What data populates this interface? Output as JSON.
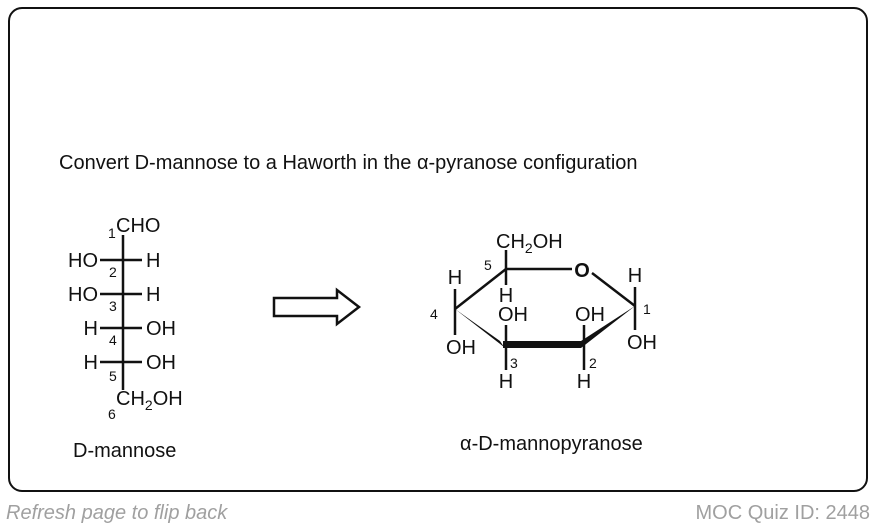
{
  "question": {
    "prefix": "Convert D-mannose to a Haworth in the ",
    "alpha": "α",
    "suffix": "-pyranose configuration"
  },
  "fischer": {
    "c1_num": "1",
    "c1_group": "CHO",
    "c2_left": "HO",
    "c2_num": "2",
    "c2_right": "H",
    "c3_left": "HO",
    "c3_num": "3",
    "c3_right": "H",
    "c4_left": "H",
    "c4_num": "4",
    "c4_right": "OH",
    "c5_left": "H",
    "c5_num": "5",
    "c5_right": "OH",
    "c6_num": "6",
    "c6_group_a": "CH",
    "c6_group_sub": "2",
    "c6_group_b": "OH",
    "caption": "D-mannose"
  },
  "haworth": {
    "ring_o": "O",
    "c5_num": "5",
    "c5_top_a": "CH",
    "c5_top_sub": "2",
    "c5_top_b": "OH",
    "c5_bottom": "H",
    "c4_num": "4",
    "c4_top": "H",
    "c4_bottom": "OH",
    "c3_num": "3",
    "c3_top": "OH",
    "c3_bottom": "H",
    "c2_num": "2",
    "c2_top": "OH",
    "c2_bottom": "H",
    "c1_num": "1",
    "c1_top": "H",
    "c1_bottom": "OH",
    "caption_alpha": "α",
    "caption_rest": "-D-mannopyranose"
  },
  "footer": {
    "left": "Refresh page to flip back",
    "right": "MOC Quiz ID: 2448"
  }
}
